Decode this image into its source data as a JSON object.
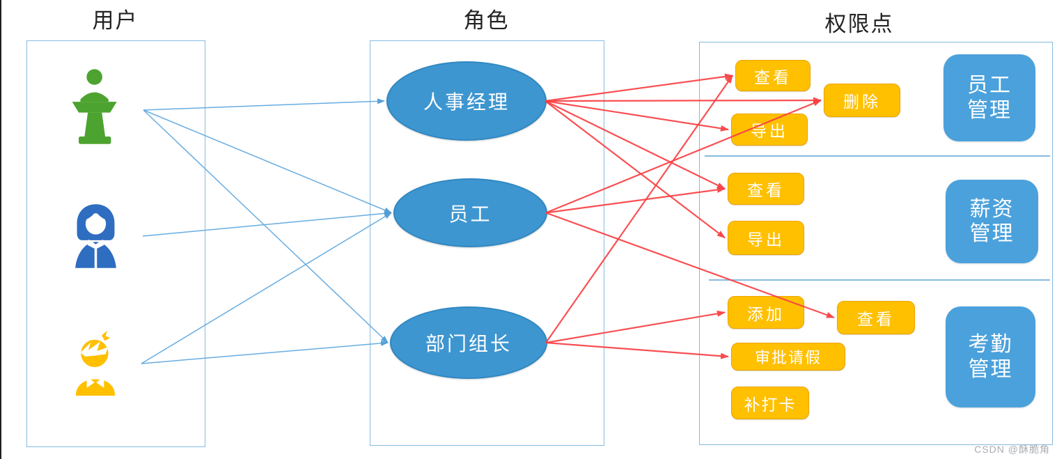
{
  "columns": {
    "users": {
      "title": "用户"
    },
    "roles": {
      "title": "角色"
    },
    "permissions": {
      "title": "权限点"
    }
  },
  "users": [
    {
      "id": "user-presenter",
      "icon": "presenter-user-icon",
      "color": "#4DA32F"
    },
    {
      "id": "user-woman",
      "icon": "woman-user-icon",
      "color": "#2E6DC0"
    },
    {
      "id": "user-boy",
      "icon": "boy-user-icon",
      "color": "#FFC000"
    }
  ],
  "roles": [
    {
      "id": "role-hr-manager",
      "label": "人事经理"
    },
    {
      "id": "role-employee",
      "label": "员工"
    },
    {
      "id": "role-team-leader",
      "label": "部门组长"
    }
  ],
  "permission_groups": [
    {
      "card": "员工管理",
      "buttons": [
        {
          "id": "perm-emp-view",
          "label": "查看"
        },
        {
          "id": "perm-emp-delete",
          "label": "删除"
        },
        {
          "id": "perm-emp-export",
          "label": "导出"
        }
      ]
    },
    {
      "card": "薪资管理",
      "buttons": [
        {
          "id": "perm-sal-view",
          "label": "查看"
        },
        {
          "id": "perm-sal-export",
          "label": "导出"
        }
      ]
    },
    {
      "card": "考勤管理",
      "buttons": [
        {
          "id": "perm-att-add",
          "label": "添加"
        },
        {
          "id": "perm-att-view",
          "label": "查看"
        },
        {
          "id": "perm-att-approve",
          "label": "审批请假"
        },
        {
          "id": "perm-att-makeup",
          "label": "补打卡"
        }
      ]
    }
  ],
  "edges": {
    "user_role": [
      [
        "user-presenter",
        "role-hr-manager"
      ],
      [
        "user-presenter",
        "role-employee"
      ],
      [
        "user-presenter",
        "role-team-leader"
      ],
      [
        "user-woman",
        "role-employee"
      ],
      [
        "user-boy",
        "role-employee"
      ],
      [
        "user-boy",
        "role-team-leader"
      ]
    ],
    "role_permission": [
      [
        "role-hr-manager",
        "perm-emp-view"
      ],
      [
        "role-hr-manager",
        "perm-emp-delete"
      ],
      [
        "role-hr-manager",
        "perm-emp-export"
      ],
      [
        "role-hr-manager",
        "perm-sal-view"
      ],
      [
        "role-hr-manager",
        "perm-sal-export"
      ],
      [
        "role-employee",
        "perm-emp-delete"
      ],
      [
        "role-employee",
        "perm-sal-view"
      ],
      [
        "role-employee",
        "perm-att-view"
      ],
      [
        "role-team-leader",
        "perm-emp-view"
      ],
      [
        "role-team-leader",
        "perm-att-add"
      ],
      [
        "role-team-leader",
        "perm-att-approve"
      ]
    ]
  },
  "colors": {
    "user_line": "#5FA8DF",
    "role_line": "#F94144",
    "box_border": "#85BBE0",
    "button_fill": "#FFC000",
    "card_fill": "#4BA1DB",
    "ellipse_fill": "#3E96D0"
  },
  "watermark": "CSDN @酥脆角"
}
